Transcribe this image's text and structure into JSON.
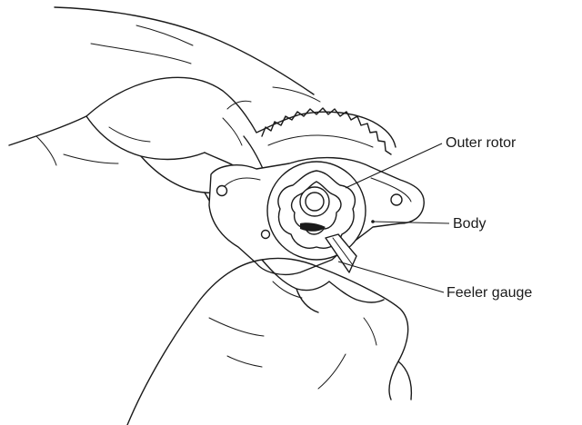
{
  "diagram": {
    "labels": {
      "outer_rotor": "Outer rotor",
      "body": "Body",
      "feeler_gauge": "Feeler gauge"
    }
  },
  "colors": {
    "ink": "#1a1a1a",
    "background": "#ffffff"
  }
}
